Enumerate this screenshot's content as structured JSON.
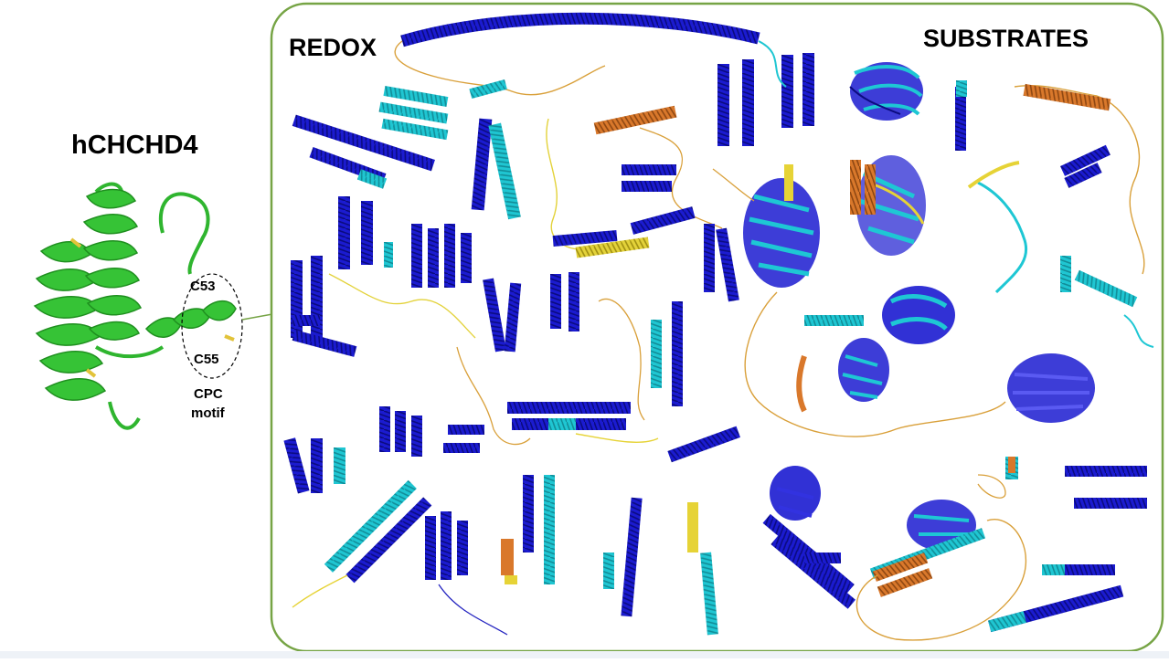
{
  "protein": {
    "name": "hCHCHD4",
    "residue_1": "C53",
    "residue_2": "C55",
    "motif_line1": "CPC",
    "motif_line2": "motif",
    "color": "#33bb33",
    "disulfide_color": "#e2c33a"
  },
  "panel": {
    "label_left": "REDOX",
    "label_right": "SUBSTRATES",
    "border_color": "#76a445"
  },
  "confidence_palette": {
    "very_high": "#1111cc",
    "high": "#1ec7d4",
    "low": "#e6d336",
    "very_low": "#e0772a"
  }
}
